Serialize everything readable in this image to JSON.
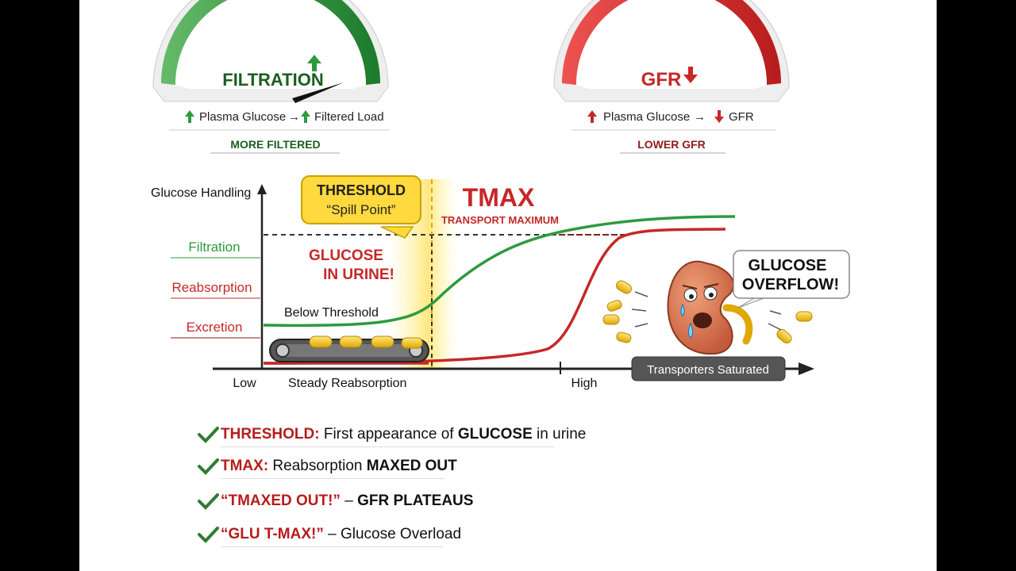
{
  "colors": {
    "green": "#2e9a3e",
    "dark_green": "#1b5e20",
    "red": "#c62828",
    "dark_red": "#8e1b1b",
    "threshold_yellow": "#ffe36b",
    "axis": "#222222"
  },
  "gauges": [
    {
      "id": "filtration",
      "title": "FILTRATION",
      "arrow": "up",
      "caption_left": "Plasma Glucose",
      "caption_right": "Filtered Load",
      "caption_arrows": [
        "up",
        "up"
      ],
      "footer": "MORE FILTERED"
    },
    {
      "id": "gfr",
      "title": "GFR",
      "arrow": "down",
      "caption_left": "Plasma Glucose",
      "caption_right": "GFR",
      "caption_arrows": [
        "up",
        "down"
      ],
      "footer": "LOWER GFR"
    }
  ],
  "graph": {
    "y_axis_title": "Glucose Handling",
    "row_labels": [
      "Filtration",
      "Reabsorption",
      "Excretion"
    ],
    "x_tick_low": "Low",
    "x_tick_high": "High",
    "threshold_callout": {
      "title": "THRESHOLD",
      "subtitle": "“Spill Point”"
    },
    "tmax_title": "TMAX",
    "tmax_subtitle": "TRANSPORT MAXIMUM",
    "glucose_in_urine": [
      "GLUCOSE",
      "IN URINE!"
    ],
    "below_threshold": "Below Threshold",
    "steady_reabsorption": "Steady Reabsorption",
    "saturated_badge": "Transporters Saturated",
    "overflow_bubble": [
      "GLUCOSE",
      "OVERFLOW!"
    ]
  },
  "checklist": [
    {
      "key": "THRESHOLD:",
      "rest": " First appearance of ",
      "bold": "GLUCOSE",
      "tail": " in urine"
    },
    {
      "key": "TMAX:",
      "rest": " Reabsorption ",
      "bold": "MAXED OUT",
      "tail": ""
    },
    {
      "key": "“TMAXED OUT!”",
      "rest": " – ",
      "bold": "GFR PLATEAUS",
      "tail": ""
    },
    {
      "key": "“GLU T-MAX!”",
      "rest": " – Glucose Overload",
      "bold": "",
      "tail": ""
    }
  ],
  "icons": {
    "gauge_needle": "needle-icon",
    "check": "checkmark-icon",
    "kidney": "sad-kidney-icon",
    "conveyor": "conveyor-belt-icon",
    "glucose_pill": "glucose-capsule-icon"
  }
}
